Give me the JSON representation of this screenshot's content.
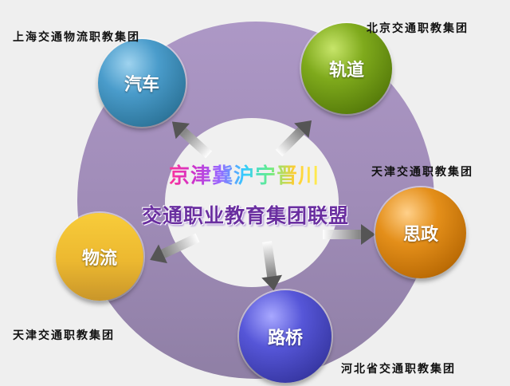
{
  "center": {
    "line1": "京津冀沪宁晋川",
    "line2": "交通职业教育集团联盟"
  },
  "nodes": [
    {
      "label": "汽车",
      "org": "上海交通物流职教集团",
      "color": "#3f8fb8"
    },
    {
      "label": "轨道",
      "org": "北京交通职教集团",
      "color": "#6f9a14"
    },
    {
      "label": "思政",
      "org": "天津交通职教集团",
      "color": "#d98612"
    },
    {
      "label": "路桥",
      "org": "河北省交通职教集团",
      "color": "#4848c0"
    },
    {
      "label": "物流",
      "org": "天津交通职教集团",
      "color": "#e8b832"
    }
  ],
  "colors": {
    "background": "#efefef",
    "ring": "#a692be",
    "hole": "#f0f0f0"
  }
}
